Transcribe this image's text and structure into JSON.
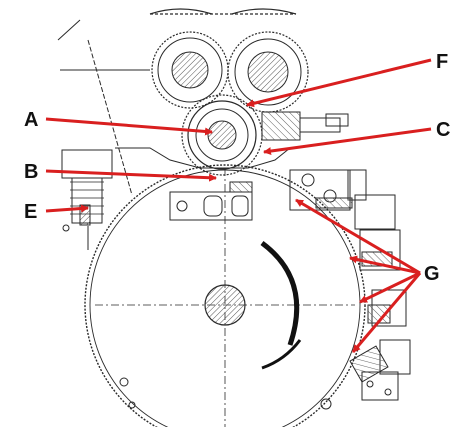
{
  "labels": {
    "A": "A",
    "B": "B",
    "C": "C",
    "E": "E",
    "F": "F",
    "G": "G"
  },
  "colors": {
    "arrow": "#d91f1f",
    "ink": "#2a2a2a",
    "hatch": "#555555",
    "paper": "#ffffff"
  }
}
